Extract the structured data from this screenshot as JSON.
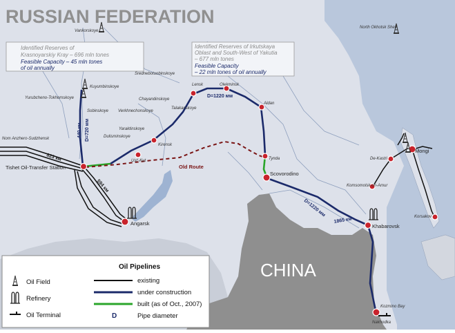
{
  "map": {
    "title": "RUSSIAN FEDERATION",
    "country_china": "CHINA",
    "colors": {
      "land": "#d9dde6",
      "sea": "#b7c6dc",
      "china": "#8e8e8e",
      "existing": "#111111",
      "under_construction": "#1a2a66",
      "built": "#2aa52a",
      "old_route": "#7a1515",
      "node": "#c8232c"
    },
    "reserves": [
      {
        "heading": "Identified Reserves of",
        "line2": "Krasnoyarskiy Kray – 696 mln tones",
        "capacity_line1": "Feasible Capacity – 45 mln tones",
        "capacity_line2": "of oil annually"
      },
      {
        "heading": "Identified Reserves of Irkutskaya",
        "line2": "Oblast and South-West of Yakutia",
        "line3": "– 677 mln tones",
        "capacity_line1": "Feasible Capacity",
        "capacity_line2": "– 22 mln tones of oil annually"
      }
    ],
    "places": {
      "vankorskoye": "Vankorskoye",
      "north_okhotsk_shelf": "North Okhotsk Shelf",
      "kuyumbinskoye": "Kuyumbinskoye",
      "yurubcheno": "Yurubcheno-Tokhomskoye",
      "sobinskoye": "Sobinskoye",
      "verkhnechonskoye": "Verkhnechonskoye",
      "chayandinskoye": "Chayandinskoye",
      "talakanskoye": "Talakanskoye",
      "srednebotuobinskoye": "Srednebotuobinskoye",
      "yaraktinskoye": "Yaraktinskoye",
      "dulisminskoye": "Dulisminskoye",
      "lensk": "Lensk",
      "olekminsk": "Olekminsk",
      "aldan": "Aldan",
      "kirensk": "Kirensk",
      "ust_kut": "Ust'-Kut",
      "tynda": "Tynda",
      "skovorodino": "Scovorodino",
      "tishet": "Tishet Oil-Transfer Station",
      "angarsk": "Angarsk",
      "nom_anzhero": "Nom Anzhero-Sudzhensk",
      "khabarovsk": "Khabarovsk",
      "komsomolsk": "Komsomolsk-on-Amur",
      "de_kastri": "De-Kastri",
      "mongi": "Mongi",
      "korsakov": "Korsakov",
      "kozmino": "Kozmino Bay",
      "nakhodka": "Nakhodka",
      "old_route": "Old Route"
    },
    "pipeline_labels": {
      "d1220_north": "D=1220 мм",
      "d1220_east": "D=1220 мм",
      "d720": "D=720 мм",
      "len_440": "440 км",
      "len_823": "823 км",
      "len_594": "594 км",
      "len_1865": "1865 км"
    }
  },
  "legend": {
    "oil_field": "Oil Field",
    "refinery": "Refinery",
    "oil_terminal": "Oil Terminal",
    "pipelines_title": "Oil Pipelines",
    "existing": "existing",
    "under_construction": "under construction",
    "built": "built (as of Oct., 2007)",
    "diameter_symbol": "D",
    "diameter": "Pipe diameter"
  }
}
